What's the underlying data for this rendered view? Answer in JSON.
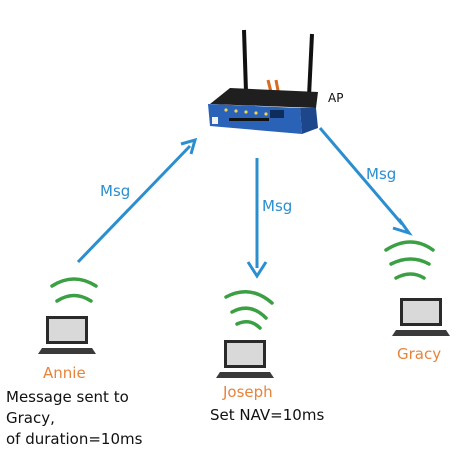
{
  "access_point": {
    "label": "AP",
    "icon": "wireless-router-icon"
  },
  "stations": {
    "annie": {
      "name": "Annie",
      "icon": "laptop-icon",
      "note": [
        "Message sent to",
        "Gracy,",
        "of duration=10ms"
      ]
    },
    "joseph": {
      "name": "Joseph",
      "icon": "laptop-icon",
      "note": [
        "Set NAV=10ms"
      ]
    },
    "gracy": {
      "name": "Gracy",
      "icon": "laptop-icon"
    }
  },
  "links": [
    {
      "id": "annie-to-ap",
      "label": "Msg"
    },
    {
      "id": "ap-to-joseph",
      "label": "Msg"
    },
    {
      "id": "ap-to-gracy",
      "label": "Msg"
    }
  ],
  "colors": {
    "arrow": "#2b8fcf",
    "signal": "#3aa043",
    "name": "#e8833a",
    "router": "#2a62b8"
  }
}
